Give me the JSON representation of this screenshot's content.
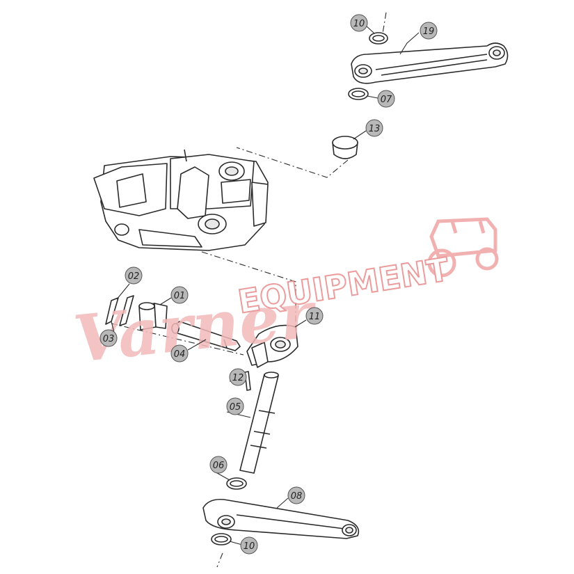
{
  "watermark": {
    "script_text": "Varner",
    "block_text": "EQUIPMENT",
    "color": "#f0a3a3"
  },
  "callouts": [
    {
      "id": "c19",
      "label": "19"
    },
    {
      "id": "c10a",
      "label": "10"
    },
    {
      "id": "c07",
      "label": "07"
    },
    {
      "id": "c13",
      "label": "13"
    },
    {
      "id": "c02",
      "label": "02"
    },
    {
      "id": "c01",
      "label": "01"
    },
    {
      "id": "c03",
      "label": "03"
    },
    {
      "id": "c04",
      "label": "04"
    },
    {
      "id": "c11",
      "label": "11"
    },
    {
      "id": "c12",
      "label": "12"
    },
    {
      "id": "c05",
      "label": "05"
    },
    {
      "id": "c06",
      "label": "06"
    },
    {
      "id": "c08",
      "label": "08"
    },
    {
      "id": "c10b",
      "label": "10"
    }
  ]
}
